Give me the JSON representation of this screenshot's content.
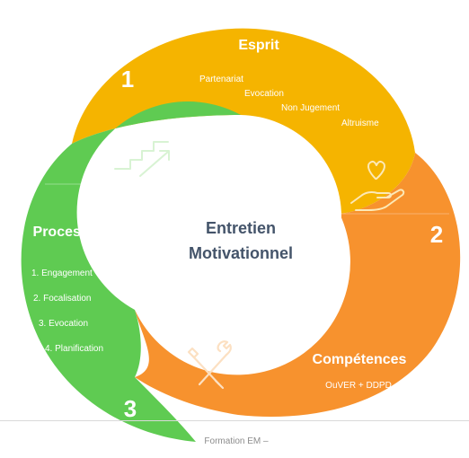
{
  "center": {
    "line1": "Entretien",
    "line2": "Motivationnel"
  },
  "segments": [
    {
      "number": "1",
      "title": "Esprit",
      "color": "#F5B400",
      "items": [
        "Partenariat",
        "Evocation",
        "Non Jugement",
        "Altruisme"
      ],
      "icon": "hand-heart-icon"
    },
    {
      "number": "2",
      "title": "Compétences",
      "color": "#F7922E",
      "items": [
        "OuVER + DDPD"
      ],
      "icon": "tools-icon"
    },
    {
      "number": "3",
      "title": "Processus",
      "color": "#5FCB52",
      "items": [
        "1. Engagement",
        "2. Focalisation",
        "3. Evocation",
        "4. Planification"
      ],
      "icon": "stairs-arrow-icon"
    }
  ],
  "footer": {
    "text": "Formation EM –"
  }
}
